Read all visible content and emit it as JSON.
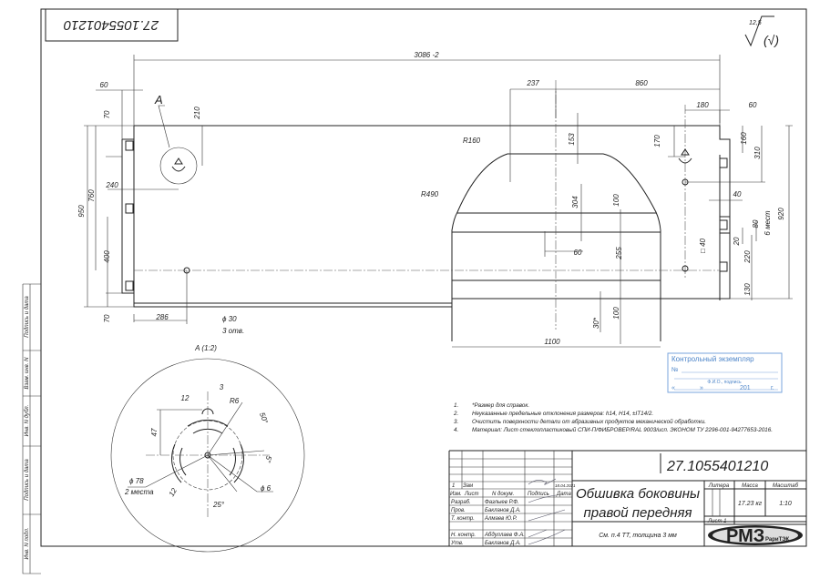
{
  "drawing_number": "27.1055401210",
  "drawing_number_mirrored": "27.1055401210",
  "roughness": {
    "value": "12,5",
    "symbol": "(√)"
  },
  "side_strip": [
    "Подпись и дата",
    "Взам. инв. N",
    "Инв. N дубл.",
    "Подпись и дата",
    "Инв. N подл."
  ],
  "main_view": {
    "view_label": "A",
    "dims": {
      "overall": "3086 -2",
      "left_60": "60",
      "top_70": "70",
      "a_210": "210",
      "h950": "950",
      "h760": "760",
      "w240": "240",
      "h400": "400",
      "bot_70": "70",
      "w286": "286",
      "hole": "ϕ 30",
      "hole_count": "3 отв.",
      "w237": "237",
      "w860": "860",
      "w180": "180",
      "r_60": "60",
      "r160": "R160",
      "h153": "153",
      "h170": "170",
      "h160": "160",
      "h310": "310",
      "r490": "R490",
      "h304": "304",
      "h100a": "100",
      "w40": "40",
      "h920": "920",
      "h80": "80",
      "six_places": "6 мест",
      "sq40": "□ 40",
      "h20": "20",
      "h220": "220",
      "w60": "60",
      "h255": "255",
      "h130": "130",
      "ang30": "30*",
      "h100b": "100",
      "w1100": "1100"
    }
  },
  "detail_view": {
    "title": "A (1:2)",
    "dims": {
      "w12": "12",
      "w3": "3",
      "r6": "R6",
      "ang50": "50°",
      "h47": "47",
      "ang5": "5°",
      "d78": "ϕ 78",
      "d78_count": "2 места",
      "w12b": "12",
      "d6": "ϕ 6",
      "ang25": "25°"
    }
  },
  "notes": [
    {
      "n": "1.",
      "text": "*Размер для справок."
    },
    {
      "n": "2.",
      "text": "Неуказанные предельные отклонения размеров: h14, H14, ±IT14/2."
    },
    {
      "n": "3.",
      "text": "Очистить поверхности детали от абразивных продуктов механической обработки."
    },
    {
      "n": "4.",
      "text": "Материал: Лист стеклопластиковый СПИ-П/ФИБРОВЕР/RAL 9003/исп. ЭКОНОМ ТУ 2296-001-94277653-2016."
    }
  ],
  "control_stamp": {
    "title": "Контрольный экземпляр",
    "no": "№",
    "fio": "Ф.И.О., подпись",
    "date_q": "«",
    "date_q2": "»",
    "year": "201",
    "g": "г."
  },
  "title_block": {
    "change_row": {
      "num": "1",
      "label": "Зам",
      "date": "18.04.2021"
    },
    "headers": {
      "izm": "Изм.",
      "list": "Лист",
      "doc": "N докум.",
      "sign": "Подпись",
      "date": "Дата"
    },
    "roles": [
      {
        "role": "Разраб.",
        "name": "Фазлыев Р.Ф."
      },
      {
        "role": "Пров.",
        "name": "Бакланов Д.А."
      },
      {
        "role": "Т. контр.",
        "name": "Алмаев Ю.Р."
      },
      {
        "role": "",
        "name": ""
      },
      {
        "role": "Н. контр.",
        "name": "Абдуллаев Ф.А."
      },
      {
        "role": "Утв.",
        "name": "Бакланов Д.А."
      }
    ],
    "name_line1": "Обшивка боковины",
    "name_line2": "правой передняя",
    "material": "См. п.4 ТТ, толщина 3 мм",
    "litera_label": "Литера",
    "mass_label": "Масса",
    "scale_label": "Масштаб",
    "mass": "17.23 кг",
    "scale": "1:10",
    "sheet": "Лист  1",
    "logo": "РМЗ",
    "logo_sub": "РариТЭК"
  }
}
